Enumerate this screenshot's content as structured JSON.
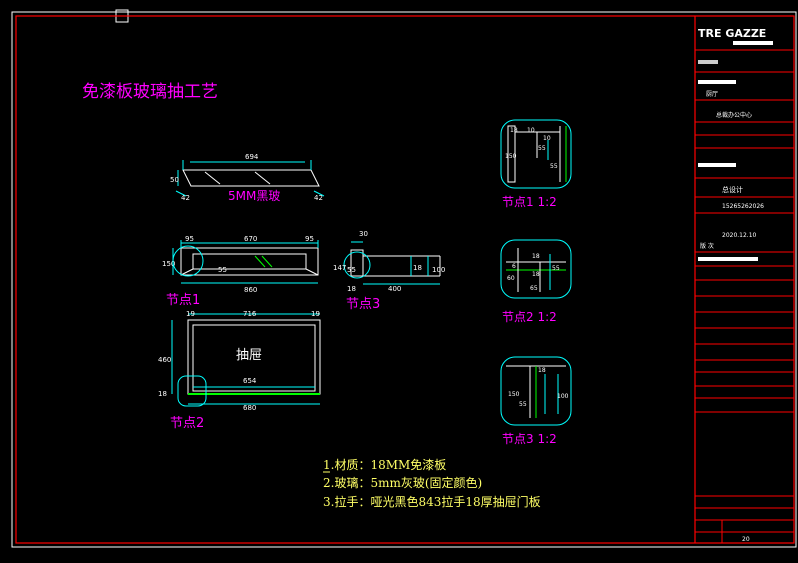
{
  "drawing": {
    "title": "免漆板玻璃抽工艺",
    "glass_label": "5MM黑玻",
    "drawer_label": "抽屉",
    "node_labels": [
      "节点1",
      "节点2",
      "节点3"
    ],
    "detail_labels": [
      "节点1 1:2",
      "节点2 1:2",
      "节点3 1:2"
    ]
  },
  "dimensions": {
    "glass_width": "694",
    "glass_h": "50",
    "glass_left": "42",
    "glass_right": "42",
    "section_left": "95",
    "section_mid": "670",
    "section_right": "95",
    "section_height": "150",
    "section_inner": "55",
    "section_bottom": "860",
    "n3_top": "30",
    "n3_side": "55",
    "n3_bottom": "18",
    "n3_len": "400",
    "n3_h1": "147",
    "n3_h2": "18",
    "n3_h3": "100",
    "front_left": "19",
    "front_top": "716",
    "front_right": "19",
    "front_height": "460",
    "front_side": "18",
    "front_inner": "654",
    "front_bottom": "680",
    "d1_a": "18",
    "d1_b": "10",
    "d1_c": "150",
    "d1_d": "55",
    "d1_e": "55",
    "d1_f": "10",
    "d2_a": "18",
    "d2_b": "65",
    "d2_c": "6",
    "d2_d": "18",
    "d2_e": "55",
    "d2_f": "60",
    "d3_a": "150",
    "d3_b": "55",
    "d3_c": "100",
    "d3_d": "18"
  },
  "notes": [
    "1.材质：18MM免漆板",
    "2.玻璃：5mm灰玻(固定颜色)",
    "3.拉手：哑光黑色843拉手18厚抽屉门板"
  ],
  "title_block": {
    "logo": "TRE GAZZE",
    "field_1": "厨厅",
    "field_2": "总裁办公中心",
    "field_3": "总设计",
    "field_4": "15265262026",
    "field_5": "2020.12.10",
    "field_6": "版 次",
    "sheet_no": "20"
  },
  "colors": {
    "background": "#000000",
    "frame": "#ff0000",
    "line": "#ffffff",
    "dim": "#00ffff",
    "label": "#ff00ff",
    "note": "#ffff66",
    "glass": "#00ff00"
  }
}
